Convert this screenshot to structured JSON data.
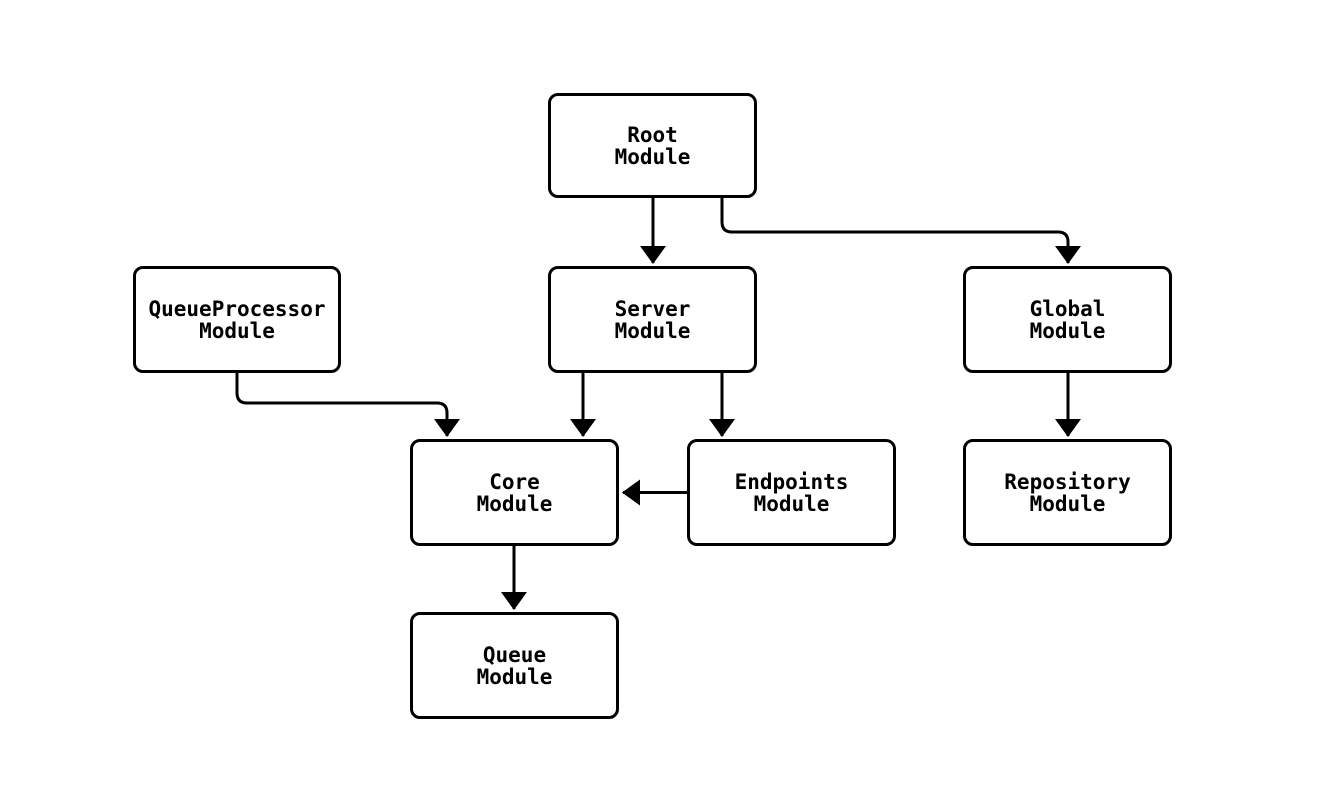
{
  "diagram": {
    "type": "flowchart",
    "direction": "top-down",
    "colors": {
      "background": "#ffffff",
      "node_fill": "#ffffff",
      "node_border": "#000000",
      "edge": "#000000",
      "text": "#000000"
    },
    "nodes": {
      "root": {
        "line1": "Root",
        "line2": "Module"
      },
      "queueprocessor": {
        "line1": "QueueProcessor",
        "line2": "Module"
      },
      "server": {
        "line1": "Server",
        "line2": "Module"
      },
      "global": {
        "line1": "Global",
        "line2": "Module"
      },
      "core": {
        "line1": "Core",
        "line2": "Module"
      },
      "endpoints": {
        "line1": "Endpoints",
        "line2": "Module"
      },
      "repository": {
        "line1": "Repository",
        "line2": "Module"
      },
      "queue": {
        "line1": "Queue",
        "line2": "Module"
      }
    },
    "edges": [
      {
        "from": "Root Module",
        "to": "Server Module"
      },
      {
        "from": "Root Module",
        "to": "Global Module"
      },
      {
        "from": "QueueProcessor Module",
        "to": "Core Module"
      },
      {
        "from": "Server Module",
        "to": "Core Module"
      },
      {
        "from": "Server Module",
        "to": "Endpoints Module"
      },
      {
        "from": "Endpoints Module",
        "to": "Core Module"
      },
      {
        "from": "Core Module",
        "to": "Queue Module"
      },
      {
        "from": "Global Module",
        "to": "Repository Module"
      }
    ]
  }
}
